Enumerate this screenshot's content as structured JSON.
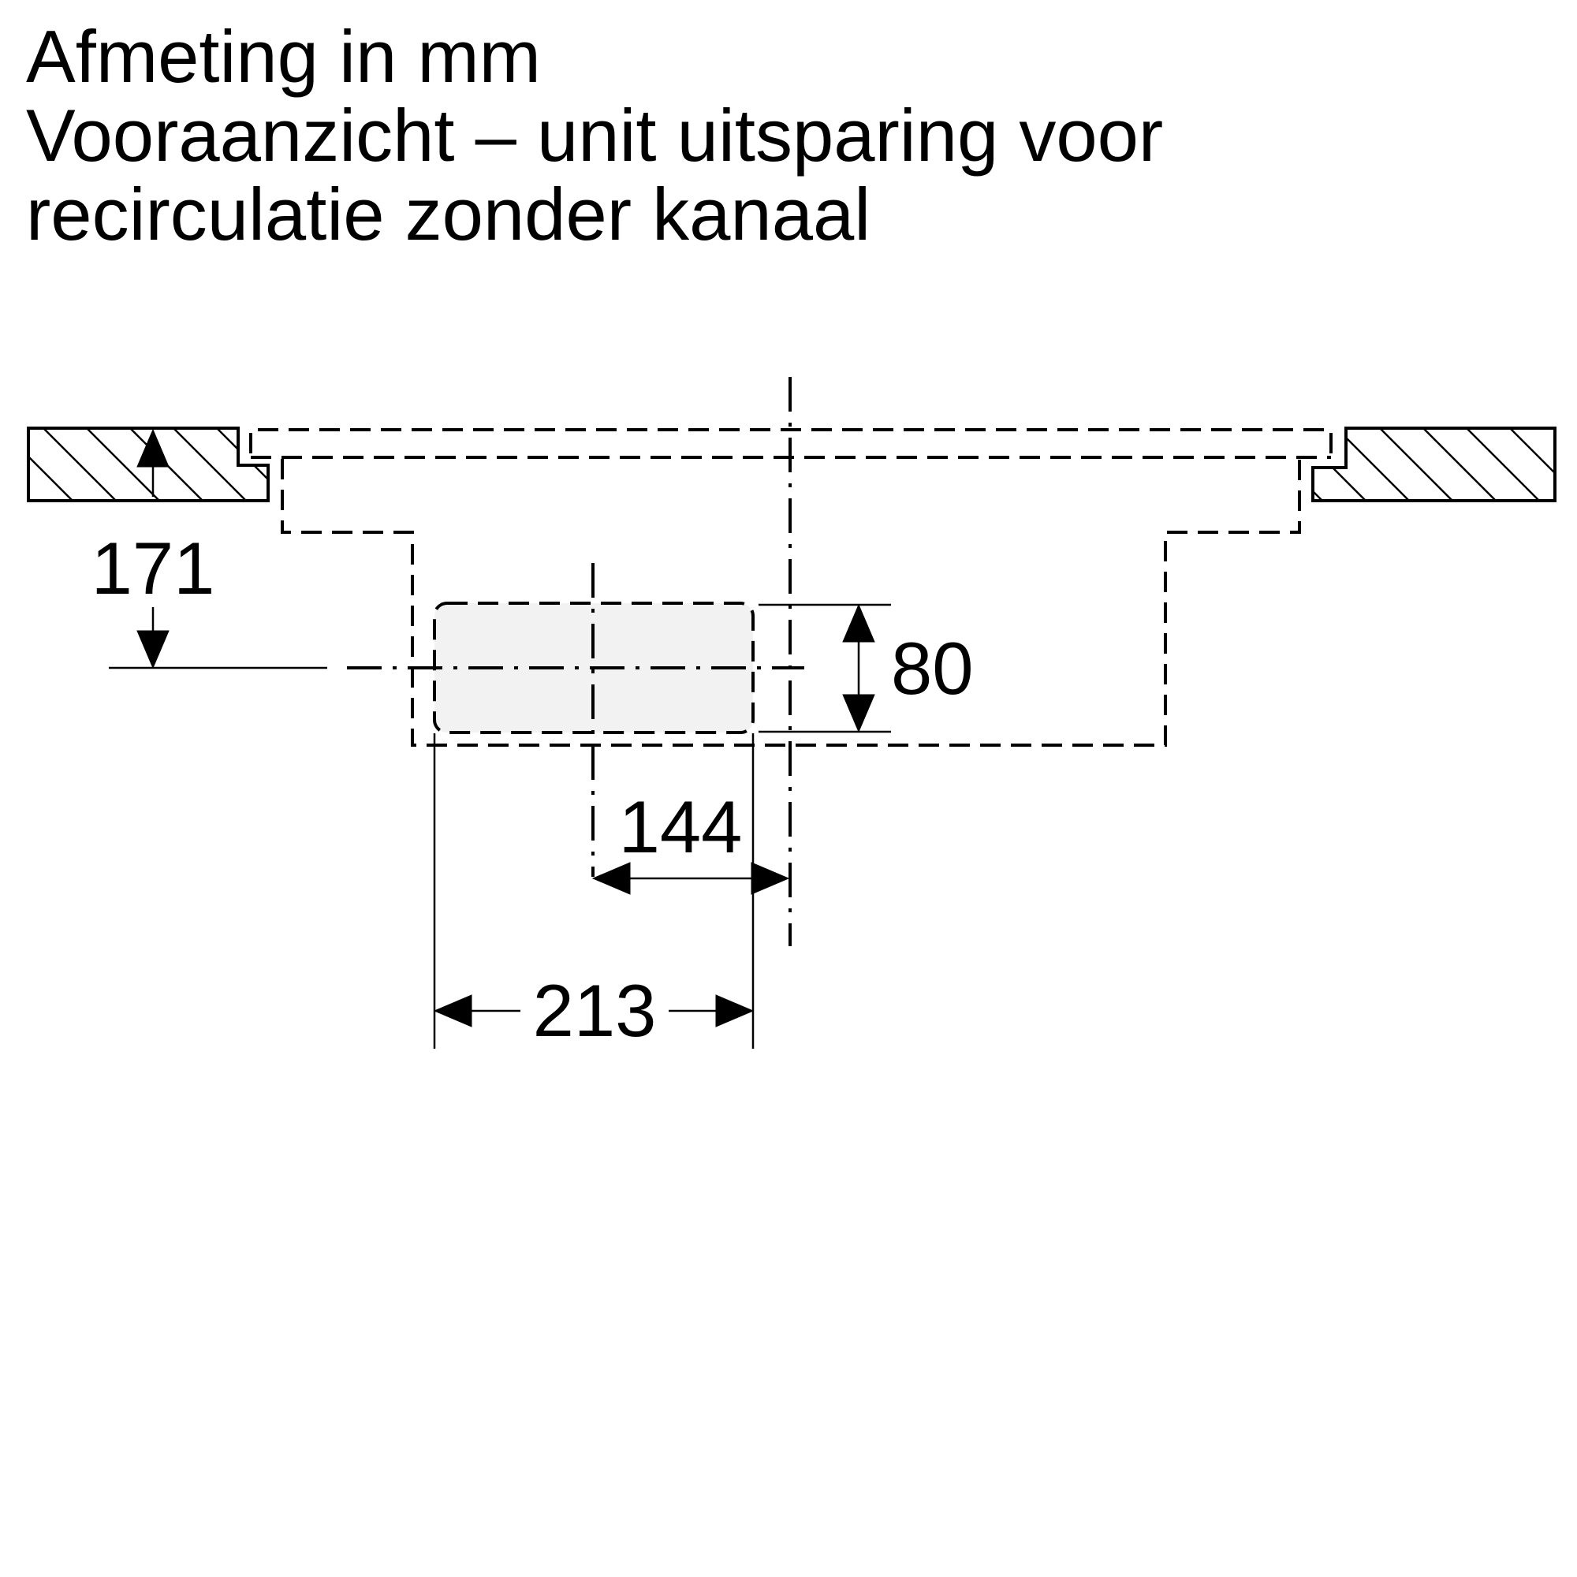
{
  "title": {
    "line1": "Afmeting in mm",
    "line2": "Vooraanzicht – unit uitsparing voor",
    "line3": "recirculatie zonder kanaal"
  },
  "dimensions": {
    "height_from_top": "171",
    "opening_height": "80",
    "offset_to_center": "144",
    "opening_width": "213"
  },
  "colors": {
    "line": "#000000",
    "opening_fill": "#f2f2f2",
    "background": "#ffffff"
  }
}
